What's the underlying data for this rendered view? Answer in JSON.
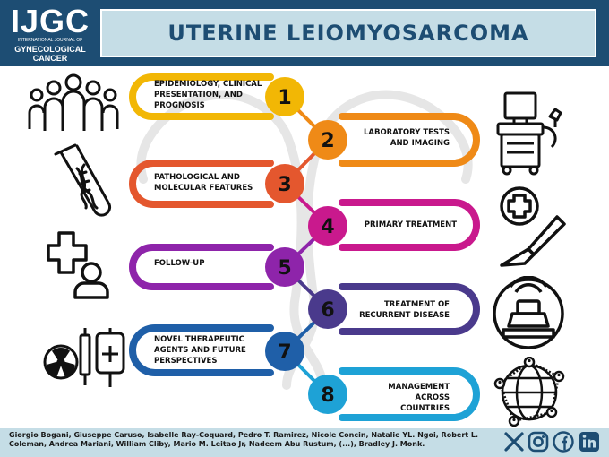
{
  "header": {
    "logo_title": "IJGC",
    "logo_subtitle": "INTERNATIONAL JOURNAL OF",
    "logo_line1": "GYNECOLOGICAL",
    "logo_line2": "CANCER",
    "title": "UTERINE LEIOMYOSARCOMA"
  },
  "steps": [
    {
      "number": "1",
      "lines": [
        "EPIDEMIOLOGY, CLINICAL",
        "PRESENTATION, AND",
        "PROGNOSIS"
      ],
      "color": "#f2b705",
      "icon": "people-group-icon"
    },
    {
      "number": "2",
      "lines": [
        "LABORATORY TESTS",
        "AND IMAGING"
      ],
      "color": "#ef8a17",
      "icon": "ultrasound-machine-icon"
    },
    {
      "number": "3",
      "lines": [
        "PATHOLOGICAL AND",
        "MOLECULAR FEATURES"
      ],
      "color": "#e4572e",
      "icon": "test-tube-dna-icon"
    },
    {
      "number": "4",
      "lines": [
        "PRIMARY TREATMENT"
      ],
      "color": "#c9198d",
      "icon": "scalpel-medical-icon"
    },
    {
      "number": "5",
      "lines": [
        "FOLLOW-UP"
      ],
      "color": "#8e24aa",
      "icon": "medical-cross-person-icon"
    },
    {
      "number": "6",
      "lines": [
        "TREATMENT OF",
        "RECURRENT DISEASE"
      ],
      "color": "#4a3a8c",
      "icon": "radiology-scanner-icon"
    },
    {
      "number": "7",
      "lines": [
        "NOVEL THERAPEUTIC",
        "AGENTS AND FUTURE",
        "PERSPECTIVES"
      ],
      "color": "#1f5fa8",
      "icon": "chemo-radiation-icon"
    },
    {
      "number": "8",
      "lines": [
        "MANAGEMENT",
        "ACROSS",
        "COUNTRIES"
      ],
      "color": "#1ea2d6",
      "icon": "global-network-icon"
    }
  ],
  "footer": {
    "authors": "Giorgio Bogani, Giuseppe Caruso, Isabelle Ray-Coquard, Pedro T. Ramirez, Nicole Concin, Natalie YL. Ngoi, Robert L. Coleman, Andrea Mariani, William Cliby, Mario M. Leitao Jr, Nadeem Abu Rustum, (...), Bradley J. Monk.",
    "social": [
      "x-icon",
      "instagram-icon",
      "facebook-icon",
      "linkedin-icon"
    ]
  },
  "colors": {
    "header_bg": "#1d4d73",
    "title_bg": "#c5dde6",
    "title_text": "#1d4d73",
    "footer_bg": "#c5dde6"
  }
}
